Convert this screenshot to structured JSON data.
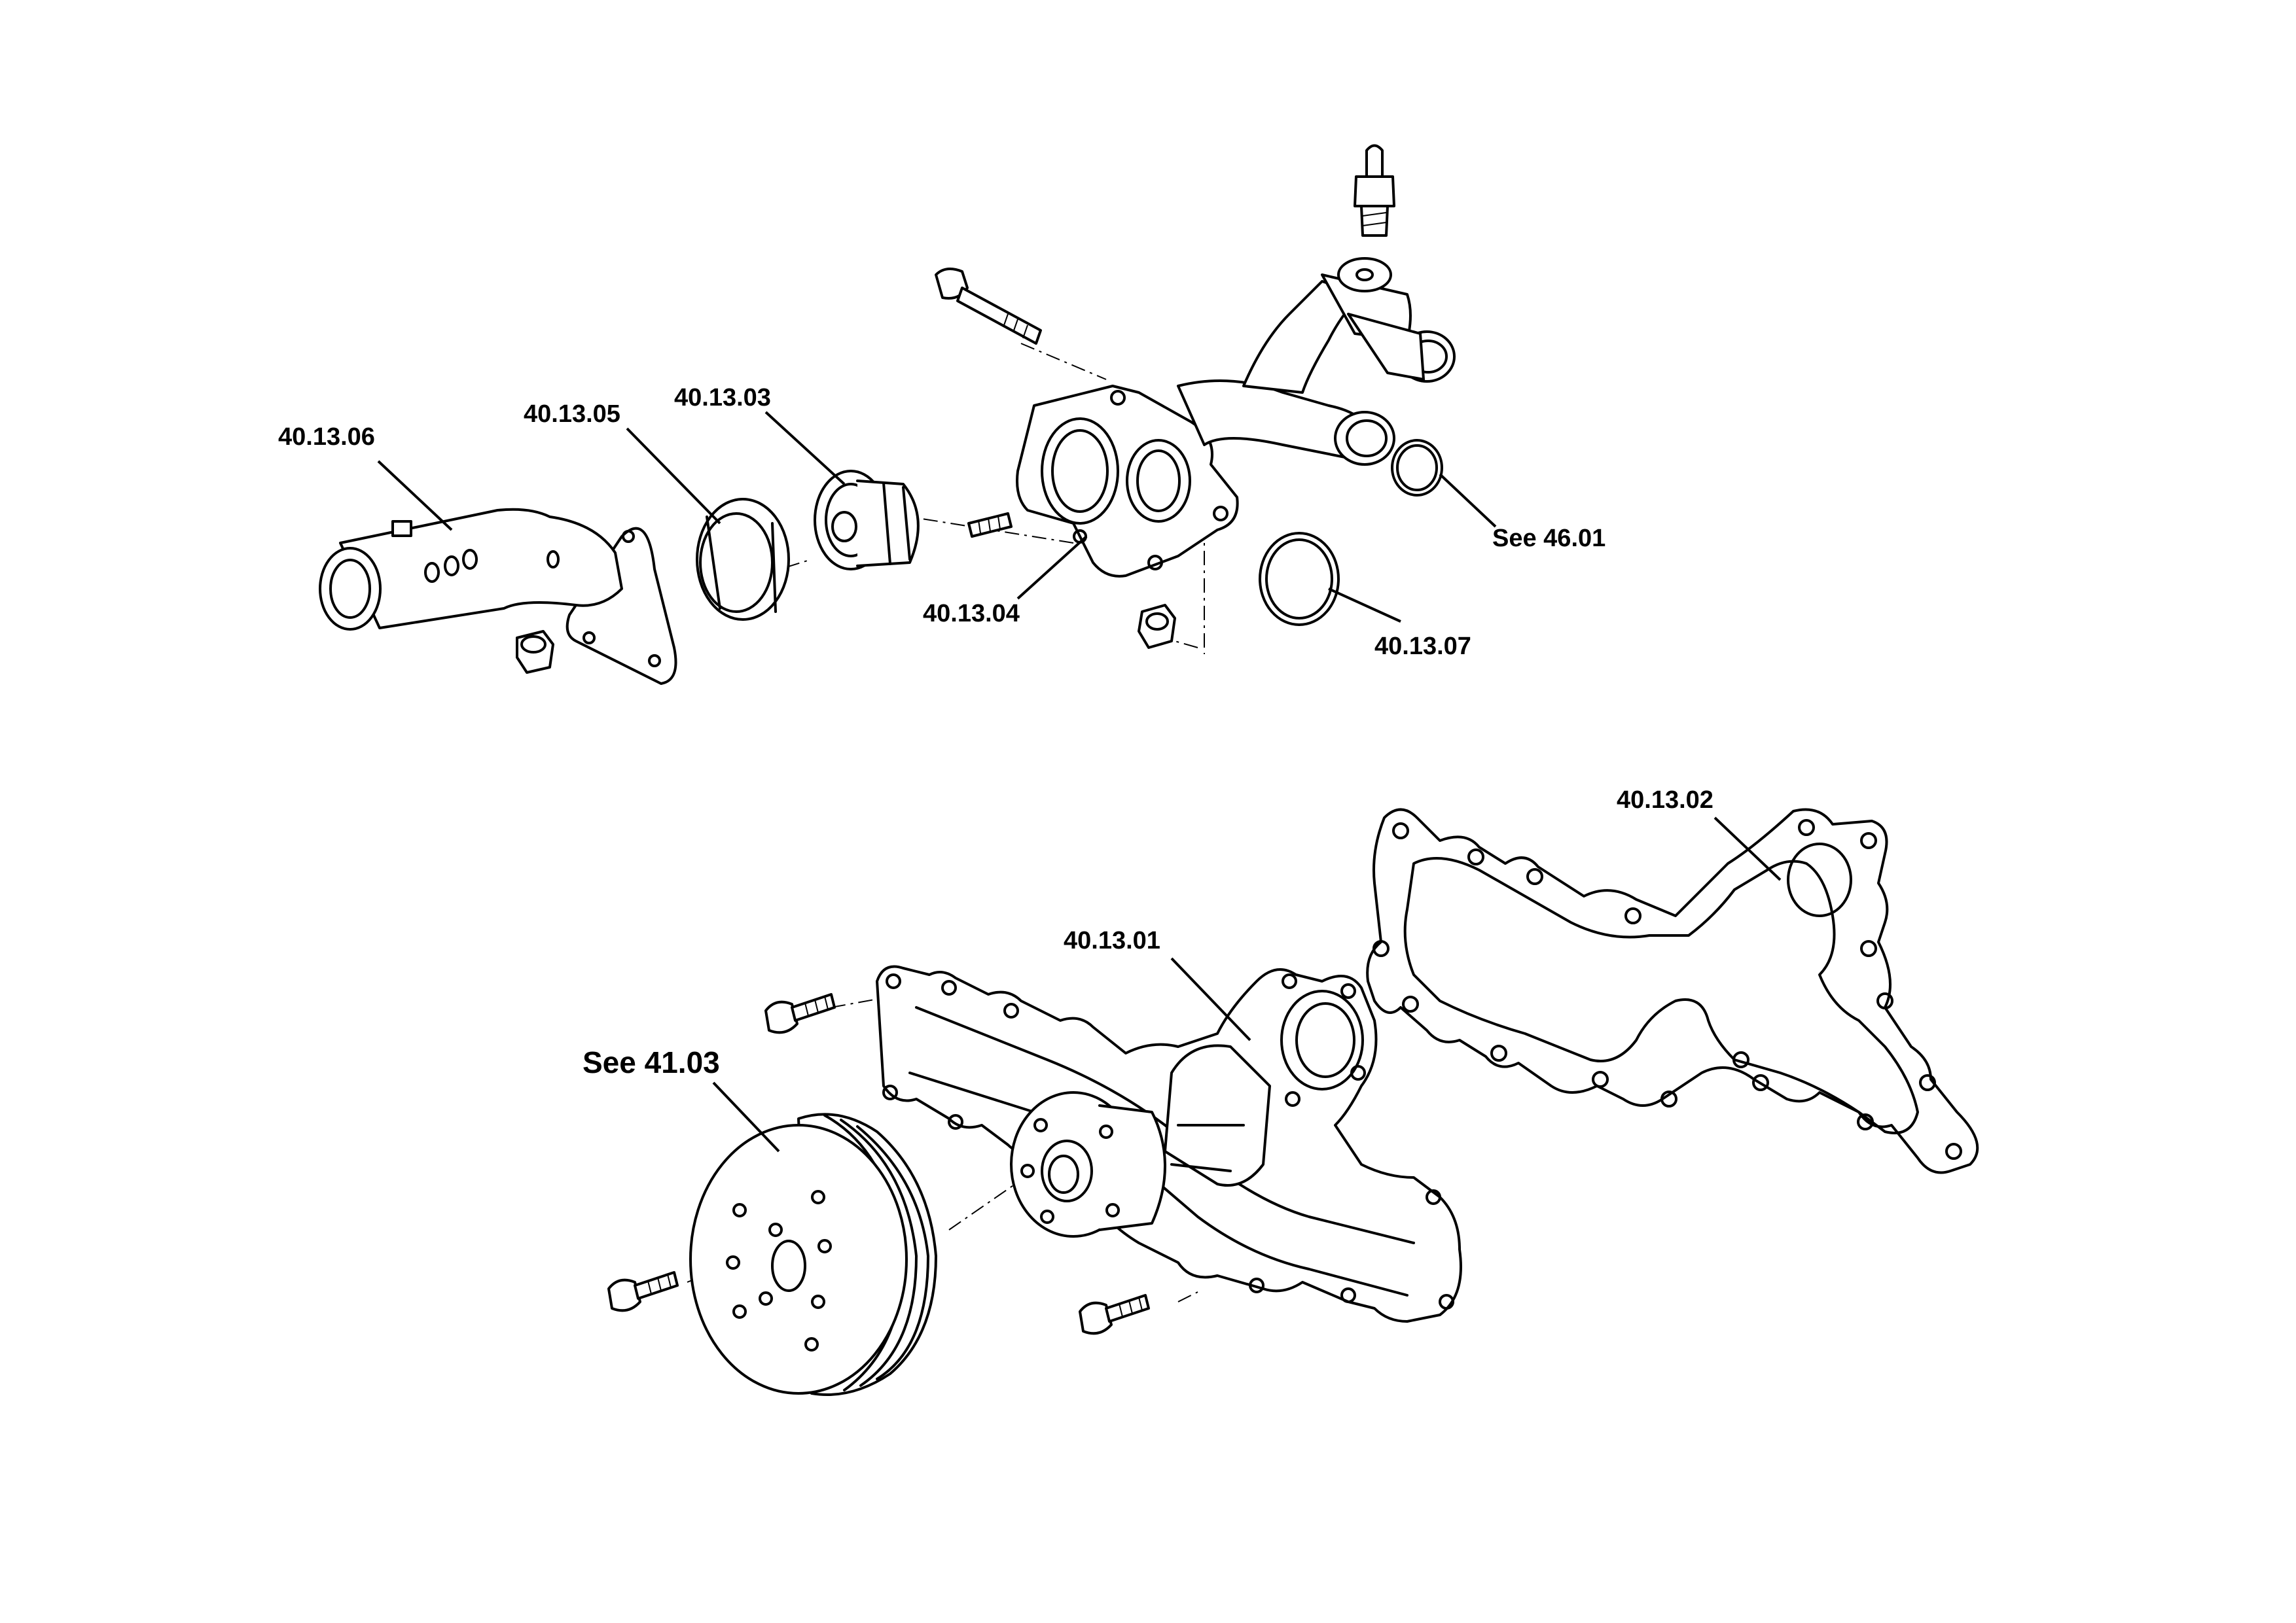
{
  "labels": {
    "c_40_13_06": "40.13.06",
    "c_40_13_05": "40.13.05",
    "c_40_13_03": "40.13.03",
    "c_40_13_04": "40.13.04",
    "c_40_13_07": "40.13.07",
    "c_see_46_01": "See 46.01",
    "c_40_13_02": "40.13.02",
    "c_40_13_01": "40.13.01",
    "c_see_41_03": "See 41.03"
  }
}
